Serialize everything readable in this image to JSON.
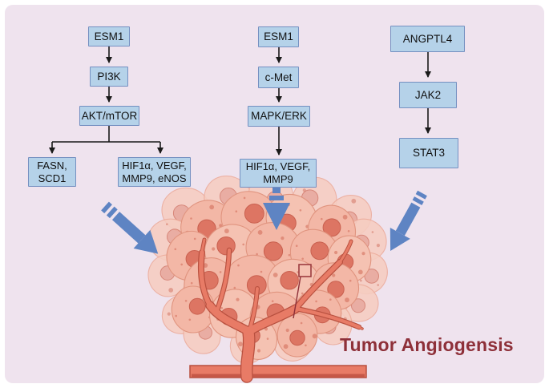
{
  "figure": {
    "title": "Tumor Angiogensis"
  },
  "pathway_left": {
    "node1": "ESM1",
    "node2": "PI3K",
    "node3": "AKT/mTOR",
    "out1": "FASN,\nSCD1",
    "out2": "HIF1α, VEGF,\nMMP9, eNOS"
  },
  "pathway_middle": {
    "node1": "ESM1",
    "node2": "c-Met",
    "node3": "MAPK/ERK",
    "out1": "HIF1α, VEGF,\nMMP9"
  },
  "pathway_right": {
    "node1": "ANGPTL4",
    "node2": "JAK2",
    "node3": "STAT3"
  },
  "colors": {
    "panel_background": "#efe3ee",
    "node_fill": "#b5d2e9",
    "node_border": "#7590c1",
    "connector_black": "#1a1a1a",
    "arrow_blue": "#5e84c3",
    "title_text": "#8e3039",
    "cell_body": "#f3b7a6",
    "cell_body_light": "#f6cdc1",
    "cell_nucleus": "#dd7563",
    "vessel_fill": "#e87b66",
    "vessel_outline": "#b8503f"
  }
}
